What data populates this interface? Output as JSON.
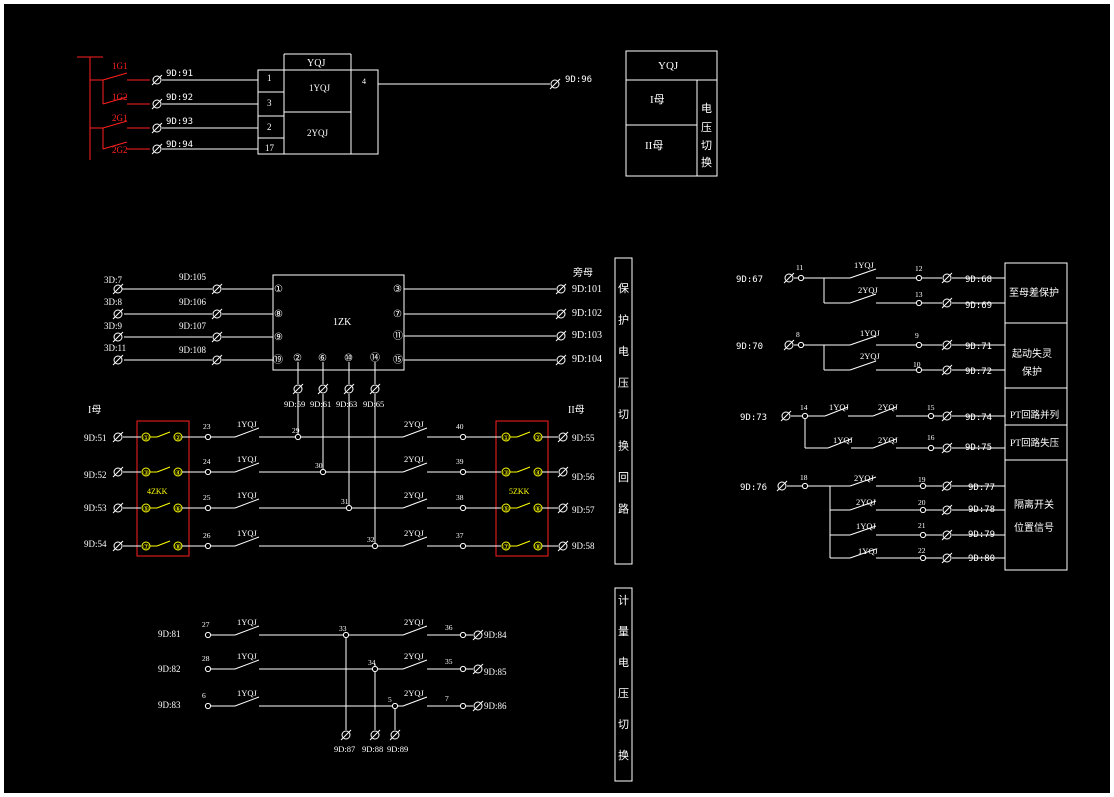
{
  "colors": {
    "background": "#000000",
    "line": "#ffffff",
    "red": "#ff2020",
    "yellow": "#ffff00"
  },
  "top": {
    "switches": [
      "1G1",
      "1G2",
      "2G1",
      "2G2"
    ],
    "terminals": [
      "9D:91",
      "9D:92",
      "9D:93",
      "9D:94"
    ],
    "relay_title": "YQJ",
    "relay_pins": [
      "1",
      "3",
      "2",
      "17"
    ],
    "relay_upper": "1YQJ",
    "relay_lower": "2YQJ",
    "out_pin": "4",
    "out_terminal": "9D:96"
  },
  "legend": {
    "title": "YQJ",
    "bus1": "I母",
    "bus2": "II母",
    "side": [
      "电",
      "压",
      "切",
      "换"
    ]
  },
  "mid": {
    "left_terms": [
      "3D:7",
      "3D:8",
      "3D:9",
      "3D:11"
    ],
    "left_nodes": [
      "9D:105",
      "9D:106",
      "9D:107",
      "9D:108"
    ],
    "box_label": "1ZK",
    "box_left_pins": [
      "①",
      "⑧",
      "⑨",
      "⑲"
    ],
    "box_right_pins": [
      "③",
      "⑦",
      "⑪",
      "⑮"
    ],
    "box_bottom_pins": [
      "②",
      "⑥",
      "⑩",
      "⑭"
    ],
    "bottom_terms": [
      "9D:59",
      "9D:61",
      "9D:63",
      "9D:65"
    ],
    "standby_label": "旁母",
    "right_terms": [
      "9D:101",
      "9D:102",
      "9D:103",
      "9D:104"
    ],
    "bus1_label": "I母",
    "bus2_label": "II母",
    "left_bus_terms": [
      "9D:51",
      "9D:52",
      "9D:53",
      "9D:54"
    ],
    "right_bus_terms": [
      "9D:55",
      "9D:56",
      "9D:57",
      "9D:58"
    ],
    "left_zkk_label": "4ZKK",
    "right_zkk_label": "5ZKK",
    "zkk_left_pins": [
      [
        "①",
        "②"
      ],
      [
        "③",
        "④"
      ],
      [
        "⑤",
        "⑥"
      ],
      [
        "⑦",
        "⑧"
      ]
    ],
    "zkk_right_pins": [
      [
        "①",
        "②"
      ],
      [
        "③",
        "④"
      ],
      [
        "⑤",
        "⑥"
      ],
      [
        "⑦",
        "⑧"
      ]
    ],
    "left_nums": [
      "23",
      "24",
      "25",
      "26"
    ],
    "contact1": "1YQJ",
    "contact2": "2YQJ",
    "junctions": [
      "29",
      "30",
      "31",
      "32"
    ],
    "right_nums": [
      "40",
      "39",
      "38",
      "37"
    ],
    "side_label": [
      "保",
      "护",
      "电",
      "压",
      "切",
      "换",
      "回",
      "路"
    ]
  },
  "bottom": {
    "left_terms": [
      "9D:81",
      "9D:82",
      "9D:83"
    ],
    "left_nums": [
      "27",
      "28",
      "6"
    ],
    "junctions": [
      "33",
      "34",
      "5"
    ],
    "right_nums": [
      "36",
      "35",
      "7"
    ],
    "right_terms": [
      "9D:84",
      "9D:85",
      "9D:86"
    ],
    "down_terms": [
      "9D:87",
      "9D:88",
      "9D:89"
    ],
    "side_label": [
      "计",
      "量",
      "电",
      "压",
      "切",
      "换"
    ]
  },
  "right": {
    "g1": {
      "in": "9D:67",
      "node": "11",
      "c1": "1YQJ",
      "c2": "2YQJ",
      "n1": "12",
      "n2": "13",
      "t1": "9D:68",
      "t2": "9D:69",
      "label": "至母差保护"
    },
    "g2": {
      "in": "9D:70",
      "node": "8",
      "c1": "1YQJ",
      "c2": "2YQJ",
      "n1": "9",
      "n2": "10",
      "t1": "9D:71",
      "t2": "9D:72",
      "label1": "起动失灵",
      "label2": "保护"
    },
    "g3": {
      "in": "9D:73",
      "node": "14",
      "c1a": "1YQJ",
      "c1b": "2YQJ",
      "c2a": "1YQJ",
      "c2b": "2YQJ",
      "n1": "15",
      "n2": "16",
      "t1": "9D:74",
      "t2": "9D:75",
      "label1": "PT回路并列",
      "label2": "PT回路失压"
    },
    "g4": {
      "in": "9D:76",
      "node": "18",
      "c": [
        "2YQJ",
        "2YQJ",
        "1YQJ",
        "1YQJ"
      ],
      "n": [
        "19",
        "20",
        "21",
        "22"
      ],
      "t": [
        "9D:77",
        "9D:78",
        "9D:79",
        "9D:80"
      ],
      "label1": "隔离开关",
      "label2": "位置信号"
    }
  }
}
